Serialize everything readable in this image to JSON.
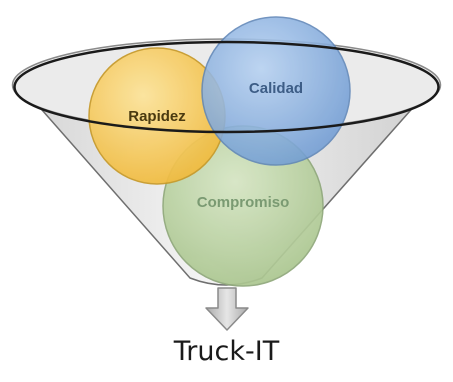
{
  "circles": {
    "rapidez": {
      "label": "Rapidez",
      "fill": "#f6c84e",
      "text_color": "#4a3a10"
    },
    "calidad": {
      "label": "Calidad",
      "fill": "#8fb6e3",
      "text_color": "#3d5d86"
    },
    "compromiso": {
      "label": "Compromiso",
      "fill": "#bcd3a4",
      "text_color": "#7a9a72"
    }
  },
  "funnel": {
    "fill": "#e2e2e2",
    "rim_stroke": "#1a1a1a"
  },
  "arrow": {
    "fill": "#c9c9c9",
    "stroke": "#8a8a8a",
    "icon": "down-arrow-icon"
  },
  "caption": "Truck-IT"
}
